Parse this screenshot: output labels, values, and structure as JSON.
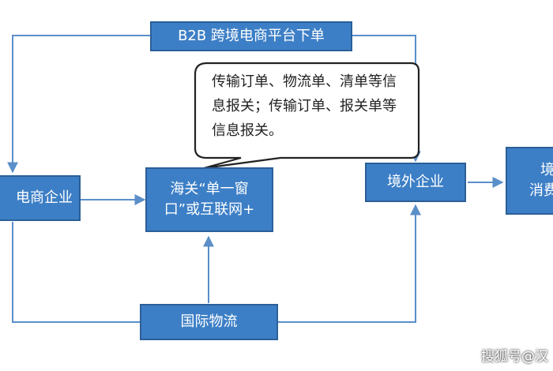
{
  "nodes": {
    "b2b": "B2B 跨境电商平台下单",
    "ecommerce": "电商企业",
    "customs": [
      "海关“单一窗",
      "口”或互联网+"
    ],
    "overseas_enterprise": "境外企业",
    "overseas_consumer": [
      "境",
      "消费"
    ],
    "logistics": "国际物流"
  },
  "callout": "传输订单、物流单、清单等信息报关；传输订单、报关单等信息报关。",
  "watermark": "搜狐号@汉",
  "colors": {
    "box_fill": "#3d7fc6",
    "box_border": "#2b5f98",
    "connector": "#5b8fc9"
  }
}
